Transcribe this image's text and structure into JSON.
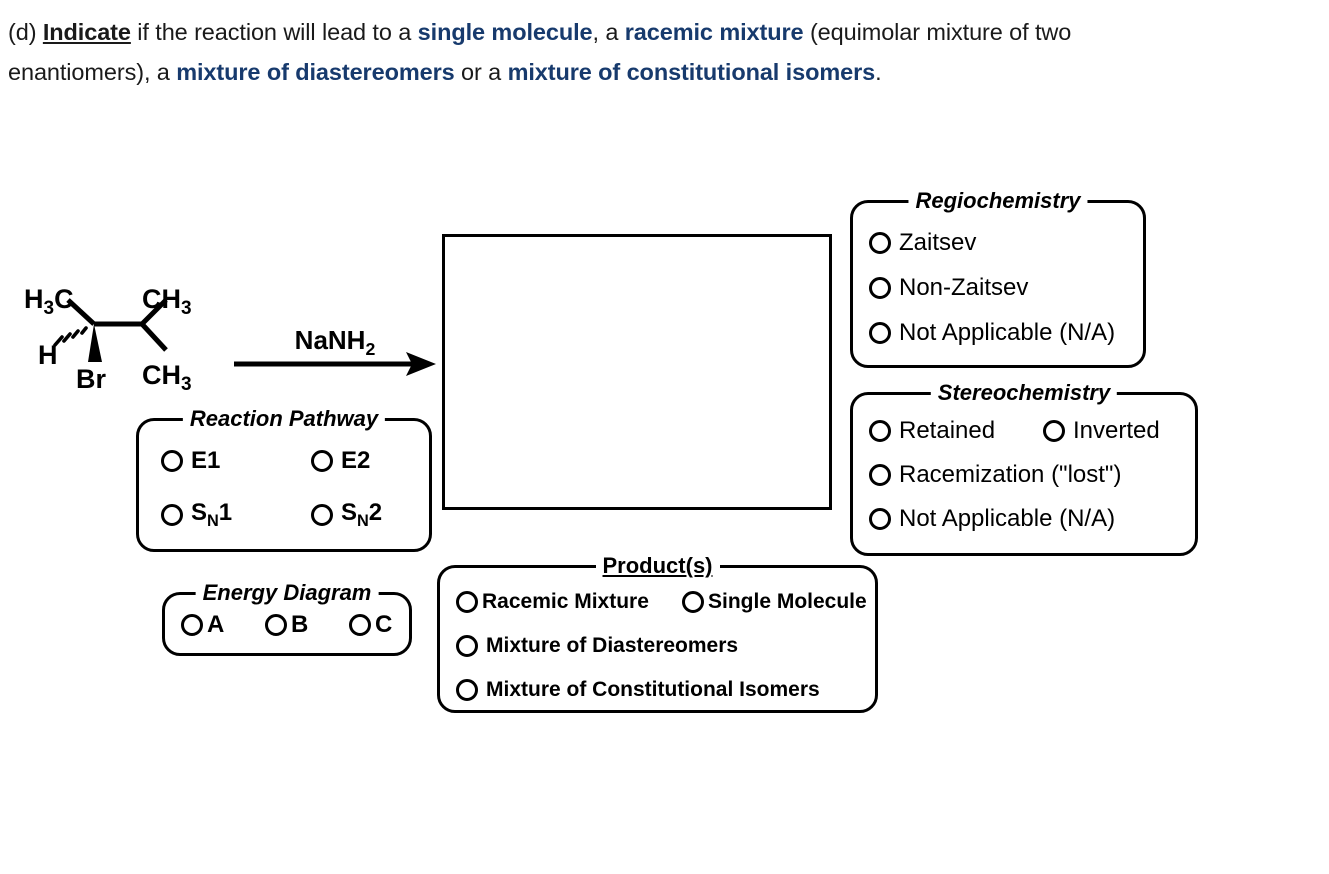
{
  "prompt": {
    "part": "(d)",
    "verb": "Indicate",
    "seg1": " if the reaction will lead to a ",
    "hl1": "single molecule",
    "seg2": ", a ",
    "hl2": "racemic mixture",
    "seg3": " (equimolar mixture of two enantiomers), a ",
    "hl3": "mixture of diastereomers",
    "seg4": " or a ",
    "hl4": "mixture of constitutional isomers",
    "seg5": ".",
    "highlight_color": "#173a6d"
  },
  "reaction": {
    "reagent": "NaNH2",
    "reagent_display": "NaNH",
    "reagent_sub": "2",
    "substrate": {
      "label_top_left": "H3C",
      "label_top_left_display": "H",
      "label_top_left_sub": "3",
      "label_top_left_rest": "C",
      "label_top_right": "CH3",
      "label_h": "H",
      "label_br": "Br",
      "label_bottom_right": "CH3",
      "wedge_bond": "Br (bold wedge)",
      "hash_bond": "H (hashed wedge)"
    },
    "answer_box_content": ""
  },
  "boxes": {
    "reaction_pathway": {
      "legend": "Reaction Pathway",
      "options": [
        "E1",
        "E2",
        "SN1",
        "SN2"
      ],
      "option_display": [
        {
          "main": "E1",
          "sub": null,
          "tail": null
        },
        {
          "main": "E2",
          "sub": null,
          "tail": null
        },
        {
          "main": "S",
          "sub": "N",
          "tail": "1"
        },
        {
          "main": "S",
          "sub": "N",
          "tail": "2"
        }
      ],
      "selected": null
    },
    "energy_diagram": {
      "legend": "Energy Diagram",
      "options": [
        "A",
        "B",
        "C"
      ],
      "selected": null
    },
    "regiochemistry": {
      "legend": "Regiochemistry",
      "options": [
        "Zaitsev",
        "Non-Zaitsev",
        "Not Applicable (N/A)"
      ],
      "selected": null
    },
    "stereochemistry": {
      "legend": "Stereochemistry",
      "options": [
        "Retained",
        "Inverted",
        "Racemization (\"lost\")",
        "Not Applicable (N/A)"
      ],
      "selected": null
    },
    "products": {
      "legend": "Product(s)",
      "options": [
        "Racemic Mixture",
        "Single Molecule",
        "Mixture of Diastereomers",
        "Mixture of Constitutional Isomers"
      ],
      "selected": null
    }
  }
}
